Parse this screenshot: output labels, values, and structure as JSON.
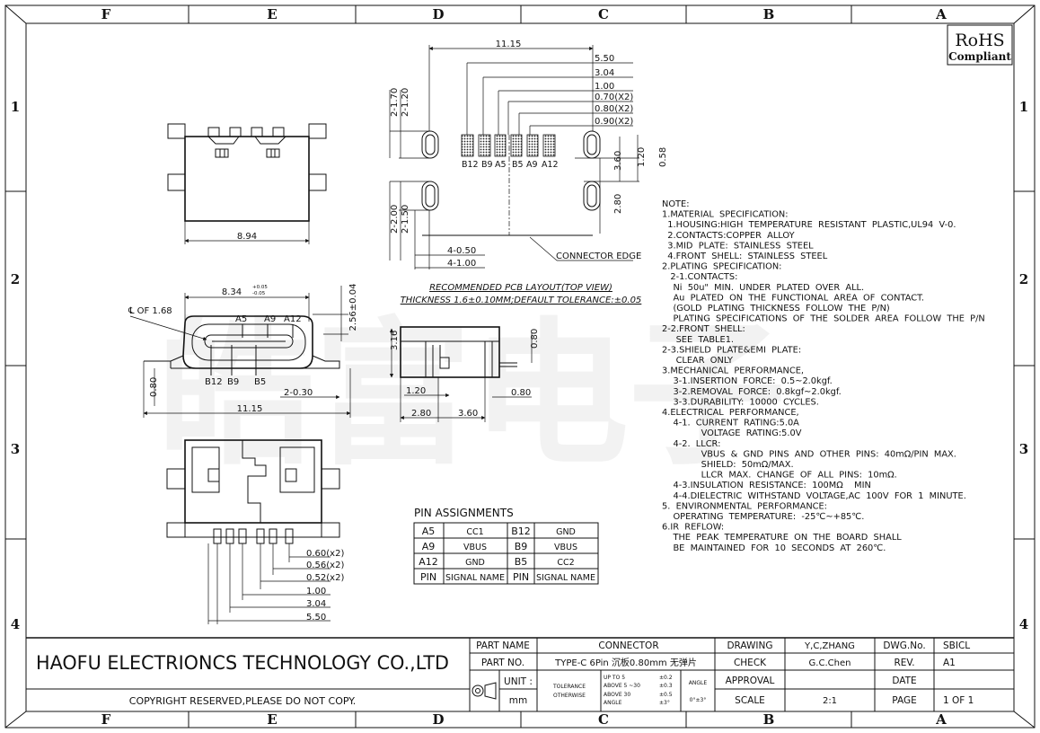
{
  "border": {
    "columns": [
      "F",
      "E",
      "D",
      "C",
      "B",
      "A"
    ],
    "rows": [
      "1",
      "2",
      "3",
      "4"
    ]
  },
  "badge": {
    "line1": "RoHS",
    "line2": "Compliant"
  },
  "watermark": "皓富电子",
  "pcb_layout": {
    "dims": [
      "11.15",
      "5.50",
      "3.04",
      "1.00",
      "0.70(X2)",
      "0.80(X2)",
      "0.90(X2)",
      "2-1.70",
      "2-1.20",
      "2-2.00",
      "2-1.50",
      "4-0.50",
      "4-1.00",
      "3.60",
      "1.20",
      "0.58",
      "2.80"
    ],
    "pins": [
      "B12",
      "B9",
      "A5",
      "B5",
      "A9",
      "A12"
    ],
    "connector_edge": "CONNECTOR EDGE",
    "caption1": "RECOMMENDED PCB LAYOUT(TOP VIEW)",
    "caption2": "THICKNESS 1.6±0.10MM;DEFAULT TOLERANCE:±0.05"
  },
  "top_view": {
    "width": "8.94"
  },
  "front_view": {
    "width_main": "8.34",
    "tol_up": "+0.05",
    "tol_dn": "-0.05",
    "height": "2.56±0.04",
    "center_label": "℄ OF 1.68",
    "top_pins": [
      "A5",
      "A9",
      "A12"
    ],
    "bottom_pins": [
      "B12",
      "B9",
      "B5"
    ],
    "dim_thk": "0.80",
    "dim_tab": "2-0.30",
    "dim_overall": "11.15"
  },
  "side_view": {
    "h": "3.16",
    "d1": "0.80",
    "d2": "1.20",
    "d3": "0.80",
    "d4": "2.80",
    "d5": "3.60"
  },
  "bottom_view": {
    "dims": [
      "0.60(x2)",
      "0.56(x2)",
      "0.52(x2)",
      "1.00",
      "3.04",
      "5.50"
    ]
  },
  "pin_table": {
    "title": "PIN  ASSIGNMENTS",
    "rows": [
      [
        "A5",
        "CC1",
        "B12",
        "GND"
      ],
      [
        "A9",
        "VBUS",
        "B9",
        "VBUS"
      ],
      [
        "A12",
        "GND",
        "B5",
        "CC2"
      ],
      [
        "PIN",
        "SIGNAL NAME",
        "PIN",
        "SIGNAL NAME"
      ]
    ]
  },
  "notes": [
    "NOTE:",
    "1.MATERIAL  SPECIFICATION:",
    "  1.HOUSING:HIGH  TEMPERATURE  RESISTANT  PLASTIC,UL94  V-0.",
    "  2.CONTACTS:COPPER  ALLOY",
    "  3.MID  PLATE:  STAINLESS  STEEL",
    "  4.FRONT  SHELL:  STAINLESS  STEEL",
    "2.PLATING  SPECIFICATION:",
    "   2-1.CONTACTS:",
    "    Ni  50u\"  MIN.  UNDER  PLATED  OVER  ALL.",
    "    Au  PLATED  ON  THE  FUNCTIONAL  AREA  OF  CONTACT.",
    "    (GOLD  PLATING  THICKNESS  FOLLOW  THE  P/N)",
    "    PLATING  SPECIFICATIONS  OF  THE  SOLDER  AREA  FOLLOW  THE  P/N",
    "2-2.FRONT  SHELL:",
    "     SEE  TABLE1.",
    "2-3.SHIELD  PLATE&EMI  PLATE:",
    "     CLEAR  ONLY",
    "3.MECHANICAL  PERFORMANCE,",
    "    3-1.INSERTION  FORCE:  0.5~2.0kgf.",
    "    3-2.REMOVAL  FORCE:  0.8kgf~2.0kgf.",
    "    3-3.DURABILITY:  10000  CYCLES.",
    "4.ELECTRICAL  PERFORMANCE,",
    "    4-1.  CURRENT  RATING:5.0A",
    "              VOLTAGE  RATING:5.0V",
    "    4-2.  LLCR:",
    "              VBUS  &  GND  PINS  AND  OTHER  PINS:  40mΩ/PIN  MAX.",
    "              SHIELD:  50mΩ/MAX.",
    "              LLCR  MAX.  CHANGE  OF  ALL  PINS:  10mΩ.",
    "    4-3.INSULATION  RESISTANCE:  100MΩ    MIN",
    "    4-4.DIELECTRIC  WITHSTAND  VOLTAGE,AC  100V  FOR  1  MINUTE.",
    "5.  ENVIRONMENTAL  PERFORMANCE:",
    "    OPERATING  TEMPERATURE:  -25℃~+85℃.",
    "6.IR  REFLOW:",
    "    THE  PEAK  TEMPERATURE  ON  THE  BOARD  SHALL",
    "    BE  MAINTAINED  FOR  10  SECONDS  AT  260℃."
  ],
  "title_block": {
    "company": "HAOFU  ELECTRIONCS  TECHNOLOGY  CO.,LTD",
    "copyright": "COPYRIGHT  RESERVED,PLEASE  DO  NOT  COPY.",
    "part_name_label": "PART  NAME",
    "part_name": "CONNECTOR",
    "part_no_label": "PART  NO.",
    "part_no": "TYPE-C  6Pin  沉板0.80mm  无弹片",
    "unit_label": "UNIT :",
    "unit": "mm",
    "tolerance_label": "TOLERANCE",
    "otherwise": "OTHERWISE",
    "tol_rows": [
      [
        "UP  TO  5",
        "±0.2"
      ],
      [
        "ABOVE  5 ~30",
        "±0.3"
      ],
      [
        "ABOVE  30",
        "±0.5"
      ],
      [
        "ANGLE",
        "±3°"
      ]
    ],
    "angle_label": "ANGLE",
    "angle_value": "0°±3°",
    "drawing_label": "DRAWING",
    "drawing": "Y,C,ZHANG",
    "check_label": "CHECK",
    "check": "G.C.Chen",
    "approval_label": "APPROVAL",
    "approval": "",
    "scale_label": "SCALE",
    "scale": "2:1",
    "dwg_label": "DWG.No.",
    "dwg": "SBICL",
    "rev_label": "REV.",
    "rev": "A1",
    "date_label": "DATE",
    "date": "",
    "page_label": "PAGE",
    "page": "1  OF  1"
  }
}
